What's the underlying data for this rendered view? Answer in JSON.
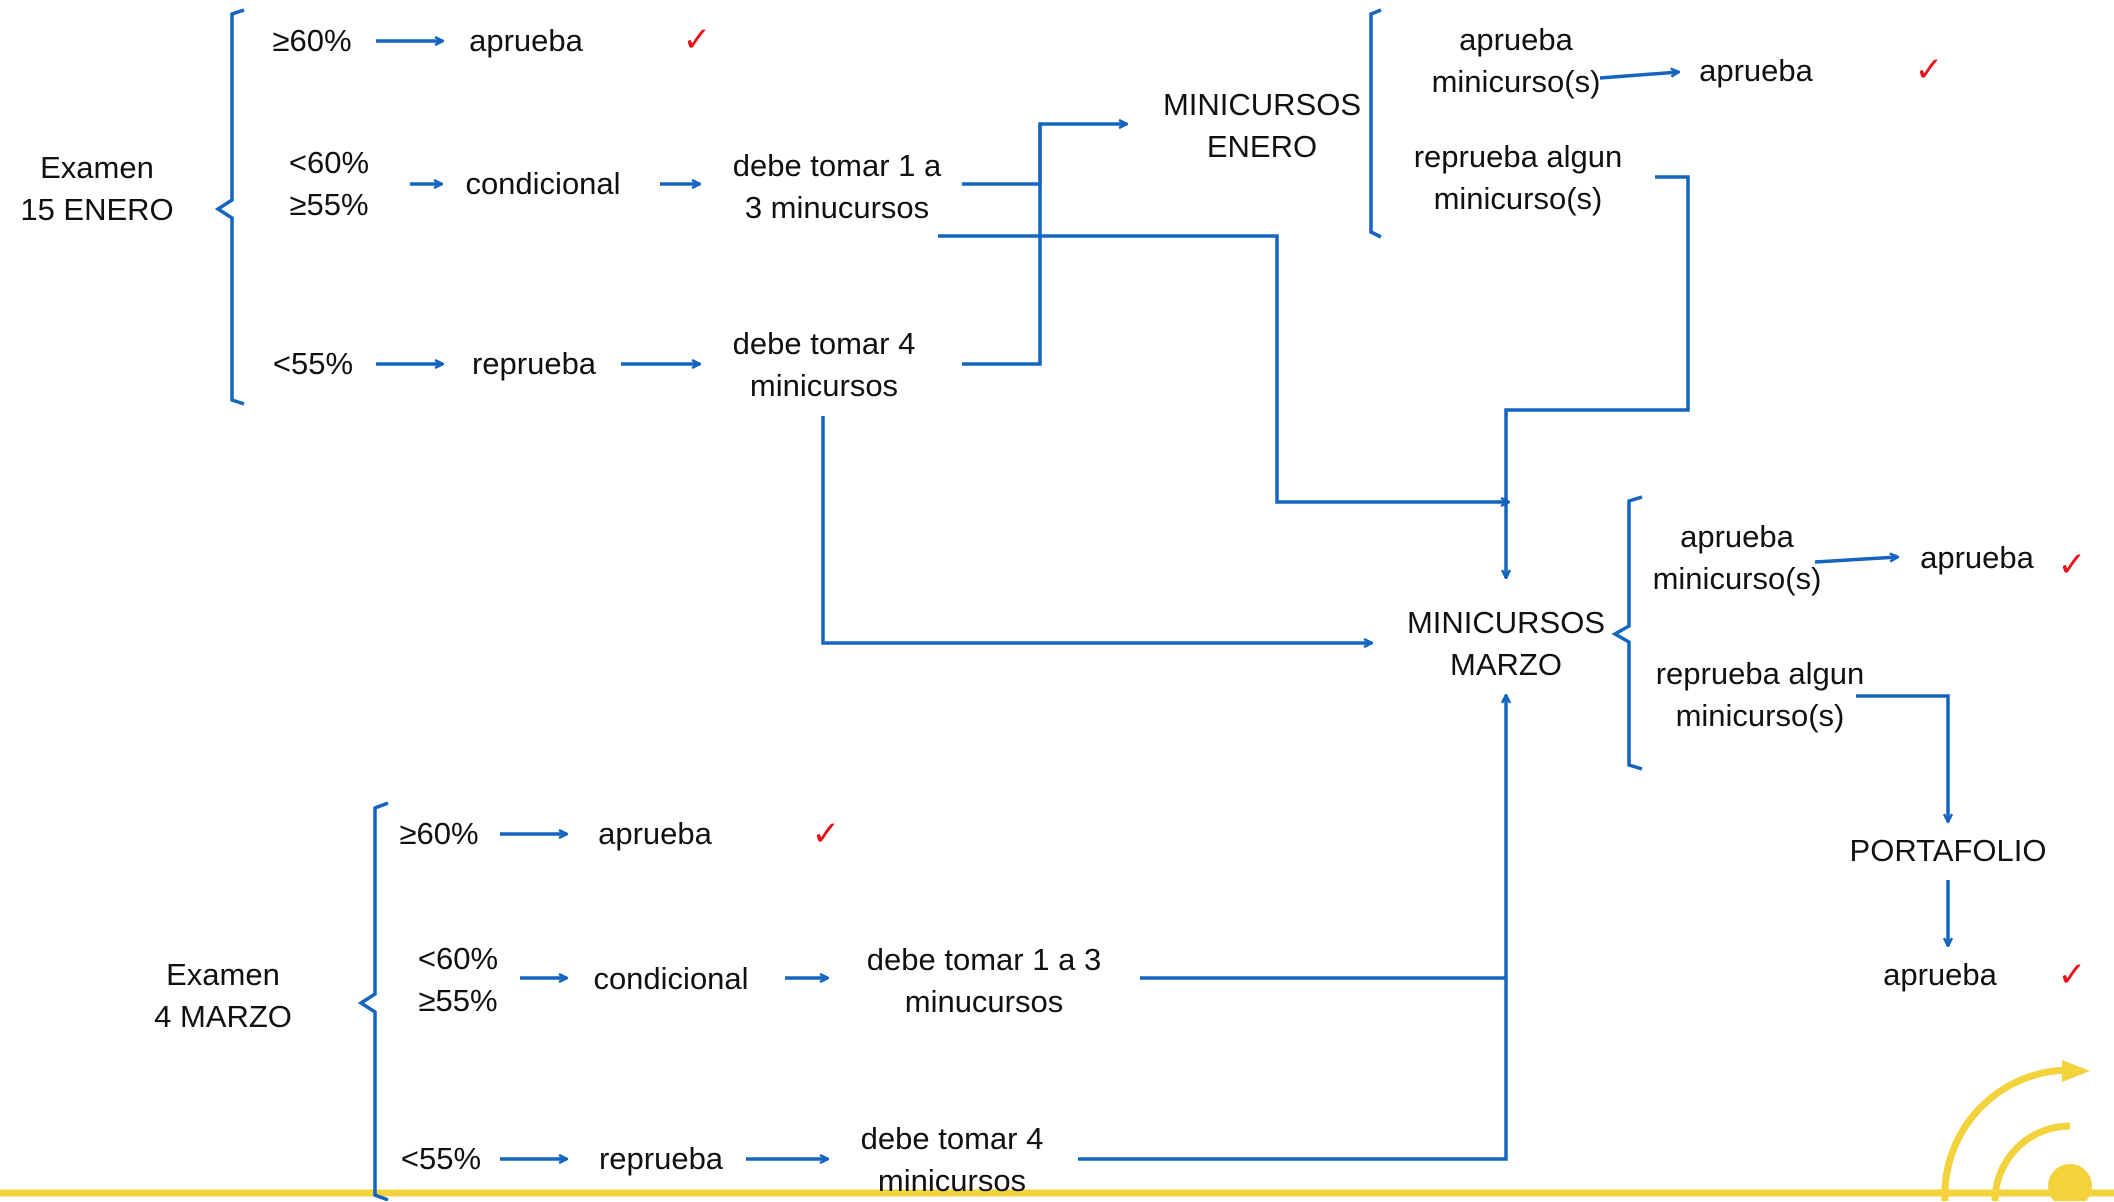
{
  "colors": {
    "arrow": "#1565c0",
    "check": "#e8131a",
    "accent": "#f2d33c",
    "text": "#111111"
  },
  "check_glyph": "✓",
  "labels": {
    "examen1": "Examen\n15 ENERO",
    "e1_ge60": "≥60%",
    "e1_aprueba": "aprueba",
    "e1_lt60": "<60%\n≥55%",
    "e1_condicional": "condicional",
    "e1_debe13": "debe tomar 1 a\n3 minucursos",
    "e1_lt55": "<55%",
    "e1_reprueba": "reprueba",
    "e1_debe4": "debe tomar 4\nminicursos",
    "mini_enero": "MINICURSOS\nENERO",
    "enero_aprueba_mini": "aprueba\nminicurso(s)",
    "enero_aprueba": "aprueba",
    "enero_reprueba": "reprueba algun\nminicurso(s)",
    "mini_marzo": "MINICURSOS\nMARZO",
    "marzo_aprueba_mini": "aprueba\nminicurso(s)",
    "marzo_aprueba": "aprueba",
    "marzo_reprueba": "reprueba algun\nminicurso(s)",
    "portafolio": "PORTAFOLIO",
    "port_aprueba": "aprueba",
    "examen2": "Examen\n4 MARZO",
    "e2_ge60": "≥60%",
    "e2_aprueba": "aprueba",
    "e2_lt60": "<60%\n≥55%",
    "e2_condicional": "condicional",
    "e2_debe13": "debe tomar 1 a 3\nminucursos",
    "e2_lt55": "<55%",
    "e2_reprueba": "reprueba",
    "e2_debe4": "debe tomar 4\nminicursos"
  }
}
